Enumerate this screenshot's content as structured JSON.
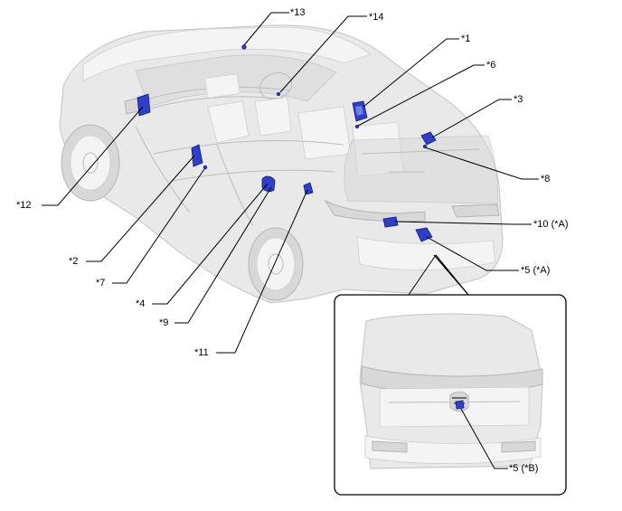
{
  "diagram": {
    "callouts": {
      "c1": "*1",
      "c2": "*2",
      "c3": "*3",
      "c4": "*4",
      "c5a": "*5 (*A)",
      "c5b": "*5 (*B)",
      "c6": "*6",
      "c7": "*7",
      "c8": "*8",
      "c9": "*9",
      "c10": "*10 (*A)",
      "c11": "*11",
      "c12": "*12",
      "c13": "*13",
      "c14": "*14"
    },
    "colors": {
      "component": "#2f3fc8",
      "vehicle_ghost": "#e9e9e9",
      "leader": "#000000"
    }
  }
}
